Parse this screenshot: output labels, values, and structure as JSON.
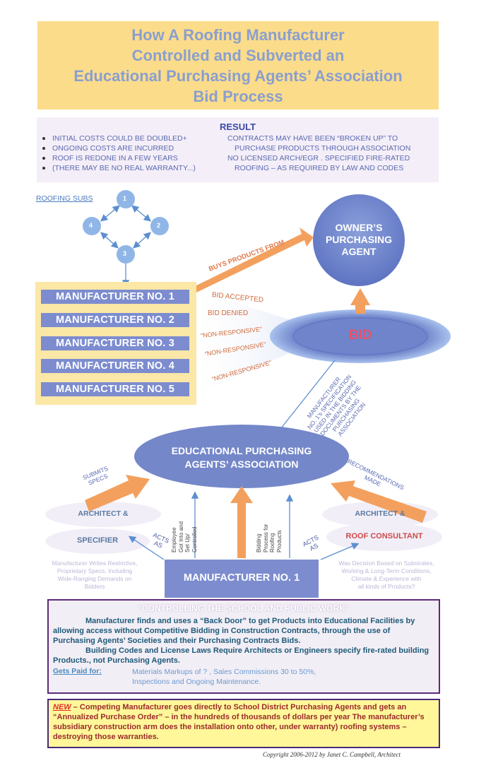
{
  "title": {
    "line1": "How  A Roofing Manufacturer",
    "line2": "Controlled and Subverted an",
    "line3": "Educational Purchasing Agents’ Association",
    "line4": "Bid Process"
  },
  "result": {
    "heading": "RESULT",
    "left_items": [
      "INITIAL COSTS COULD BE DOUBLED+",
      "ONGOING COSTS ARE INCURRED",
      "ROOF IS REDONE IN A FEW YEARS",
      "(THERE MAY BE NO REAL WARRANTY...)"
    ],
    "right_lines": [
      "CONTRACTS MAY HAVE BEEN “BROKEN UP” TO",
      "PURCHASE PRODUCTS THROUGH ASSOCIATION",
      "NO LICENSED ARCH/EGR . SPECIFIED FIRE-RATED",
      "ROOFING – AS REQUIRED BY LAW AND CODES"
    ]
  },
  "roofing_subs": {
    "label": "ROOFING SUBS",
    "nodes": [
      "1",
      "2",
      "3",
      "4"
    ]
  },
  "owner": {
    "line1": "OWNER’S",
    "line2": "PURCHASING",
    "line3": "AGENT"
  },
  "bid": {
    "label": "BID"
  },
  "manufacturers": [
    "MANUFACTURER NO. 1",
    "MANUFACTURER NO. 2",
    "MANUFACTURER NO. 3",
    "MANUFACTURER NO. 4",
    "MANUFACTURER NO. 5"
  ],
  "arrow_labels": {
    "buys": "BUYS PRODUCTS FROM",
    "accepted": "BID ACCEPTED",
    "denied": "BID DENIED",
    "nonresp1": "“NON-RESPONSIVE”",
    "nonresp2": "“NON-RESPONSIVE”",
    "nonresp3": "“NON-RESPONSIVE”",
    "spec_line1": "MANUFACTURER",
    "spec_line2": "NO. 1’s SPECIFICATION",
    "spec_line3": "USED IN THE BIDDING",
    "spec_line4": "DOCUMENTS BY THE",
    "spec_line5": "PURCHASING",
    "spec_line6": "ASSOCIATION"
  },
  "association": {
    "line1": "EDUCATIONAL  PURCHASING",
    "line2": "AGENTS’ ASSOCIATION"
  },
  "left_side": {
    "submits_line1": "SUBMITS",
    "submits_line2": "SPECS",
    "arch": "ARCHITECT &",
    "specifier": "SPECIFIER",
    "acts1": "ACTS",
    "acts2": "AS",
    "note_line1": "Manufacturer Writes Restrictive,",
    "note_line2": "Proprietary Specs. Including",
    "note_line3": "Wide-Ranging Demands on",
    "note_line4": "Bidders"
  },
  "right_side": {
    "rec_line1": "RECOMMENDATIONS",
    "rec_line2": "MADE",
    "arch": "ARCHITECT &",
    "consultant": "ROOF  CONSULTANT",
    "acts1": "ACTS",
    "acts2": "AS",
    "note_line1": "Was Decision Based on Substrates,",
    "note_line2": "Working & Long-Term Conditions,",
    "note_line3": "Climate & Experience with",
    "note_line4": "all kinds of Products?"
  },
  "center_vertical": {
    "employee_line1": "Employee",
    "employee_line2": "Got Into and",
    "employee_line3": "Set Up/",
    "employee_line4": "Controlled",
    "bidding_line1": "Bidding",
    "bidding_line2": "Process for",
    "bidding_line3": "Roofing",
    "bidding_line4": "Products"
  },
  "mfr1_base": {
    "label": "MANUFACTURER NO. 1"
  },
  "controlling": {
    "heading": "“CONTROLLING THE SCHOOL AND PUBLIC WORK”",
    "para1": "Manufacturer finds and uses a “Back Door” to get Products into Educational Facilities by allowing access without Competitive Bidding in Construction Contracts, through the use of Purchasing Agents’ Societies and their Purchasing Contracts Bids.",
    "para2": "Building Codes and License Laws Require  Architects or Engineers specify fire-rated building Products., not Purchasing Agents.",
    "gets_paid_label": "Gets Paid for:",
    "gets_paid_line1": "Materials Markups of ? , Sales Commissions  30 to 50%,",
    "gets_paid_line2": "Inspections and Ongoing Maintenance."
  },
  "new_notice": {
    "new_word": "NEW",
    "text": " – Competing Manufacturer goes directly to School District Purchasing Agents and gets an “Annualized Purchase Order” – in the hundreds of thousands of dollars per year The manufacturer’s subsidiary construction arm does the installation onto other, under warranty) roofing  systems – destroying those warranties."
  },
  "copyright": "Copyright  2006-2012  by  Janet  C.  Campbell, Architect",
  "colors": {
    "title_bg": "#fbdc8a",
    "title_text": "#8a9fcf",
    "bar_blue": "#7c8ccf",
    "arrow_orange": "#f3a05e",
    "node_blue": "#8fb6e6",
    "border_purple": "#5c2a78",
    "notice_yellow": "#fff79a"
  }
}
